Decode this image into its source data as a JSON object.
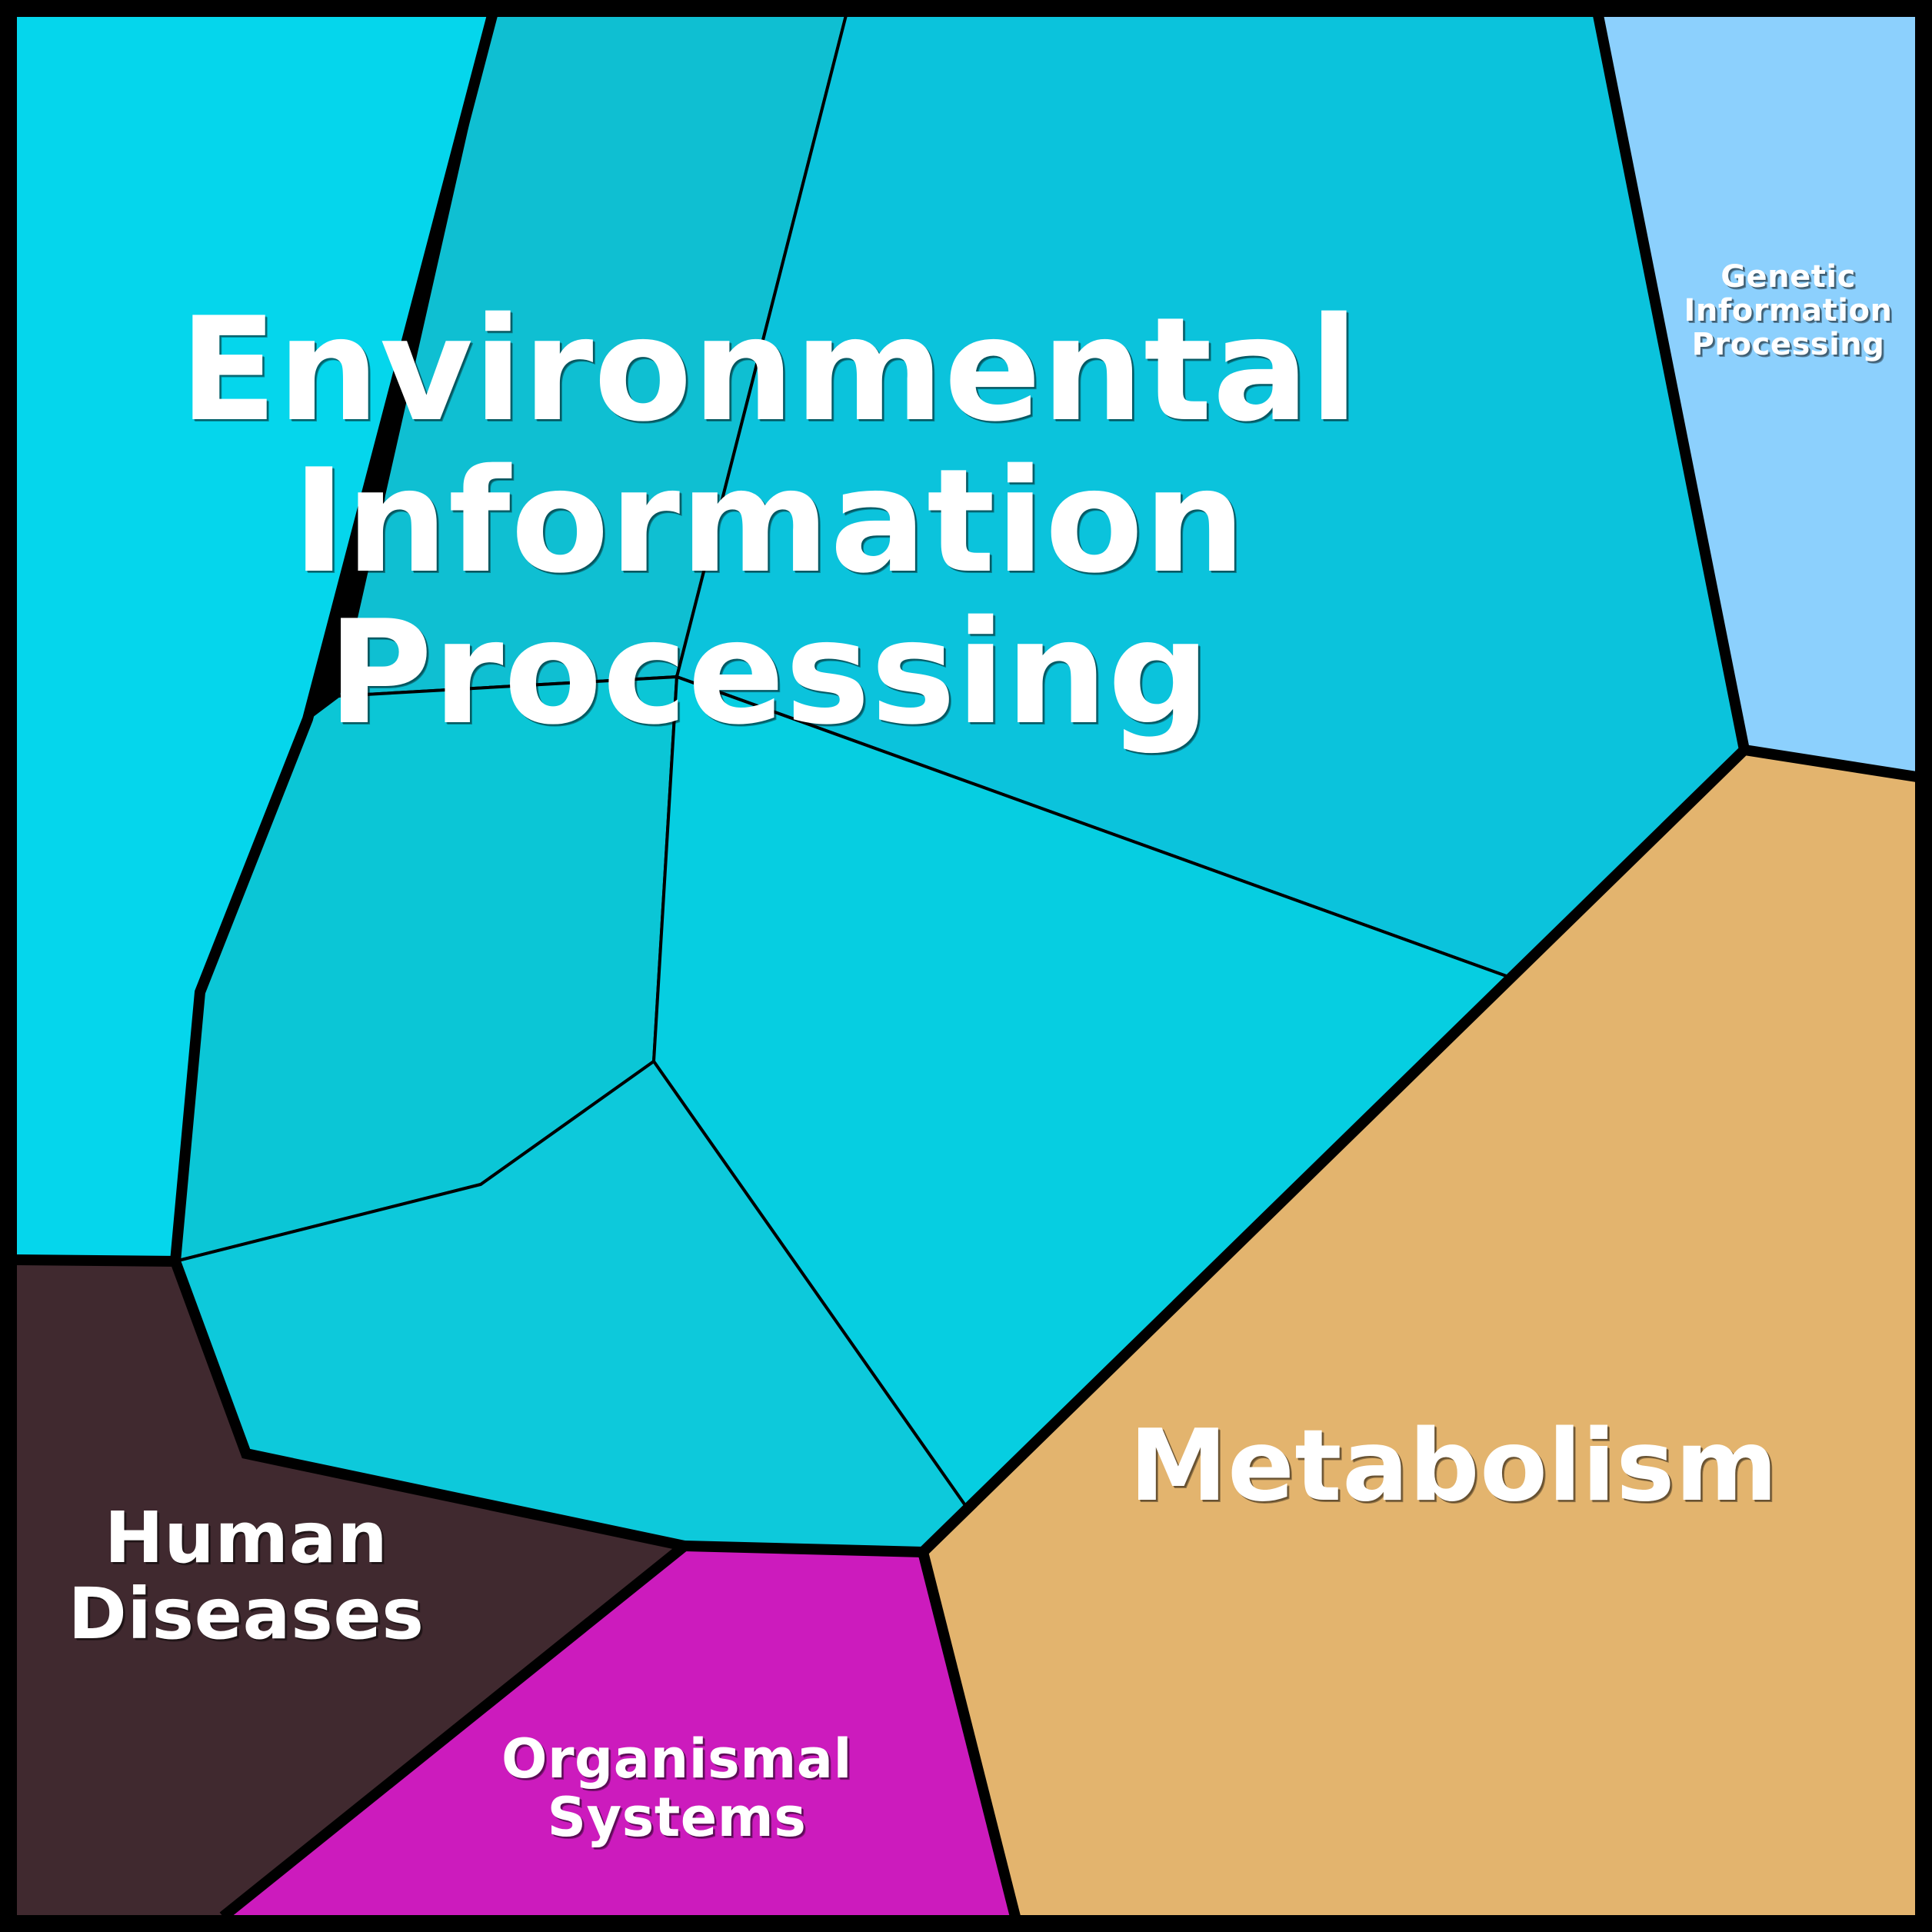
{
  "figure": {
    "type": "voronoi-treemap",
    "background_color": "#000000",
    "border_color": "#000000",
    "inner_line_color": "#000000"
  },
  "chart_data": {
    "type": "treemap",
    "title": "",
    "categories": [
      {
        "label": "Environmental Information Processing",
        "color": "#06CEE1",
        "cells": [
          {
            "fill": "#05D6EC"
          },
          {
            "fill": "#0FBFD2"
          },
          {
            "fill": "#0BC3DC"
          },
          {
            "fill": "#06CEE1"
          },
          {
            "fill": "#0BC6D6"
          },
          {
            "fill": "#0DC9DB"
          },
          {
            "fill": "#0AC8DE"
          }
        ]
      },
      {
        "label": "Genetic Information Processing",
        "color": "#8CD0FD",
        "cells": [
          {
            "fill": "#8CD0FD"
          }
        ]
      },
      {
        "label": "Metabolism",
        "color": "#E3B46E",
        "cells": [
          {
            "fill": "#E3B46E"
          }
        ]
      },
      {
        "label": "Human Diseases",
        "color": "#40292F",
        "cells": [
          {
            "fill": "#40292F"
          }
        ]
      },
      {
        "label": "Organismal Systems",
        "color": "#CC1BBD",
        "cells": [
          {
            "fill": "#CC1BBD"
          }
        ]
      }
    ],
    "legend": "none",
    "grid": false
  },
  "labels": {
    "environmental_information_processing": "Environmental\nInformation\nProcessing",
    "genetic_information_processing": "Genetic\nInformation\nProcessing",
    "metabolism": "Metabolism",
    "human_diseases": "Human\nDiseases",
    "organismal_systems": "Organismal\nSystems"
  },
  "colors": {
    "eip_cyan": "#06CEE1",
    "eip_cyan_bright": "#05D6EC",
    "eip_teal_dark": "#0FBFD2",
    "gip_blue": "#8CD0FD",
    "metabolism_tan": "#E3B46E",
    "human_diseases_maroon": "#40292F",
    "organismal_magenta": "#CC1BBD",
    "outline": "#000000",
    "label_text": "#FFFFFF"
  }
}
